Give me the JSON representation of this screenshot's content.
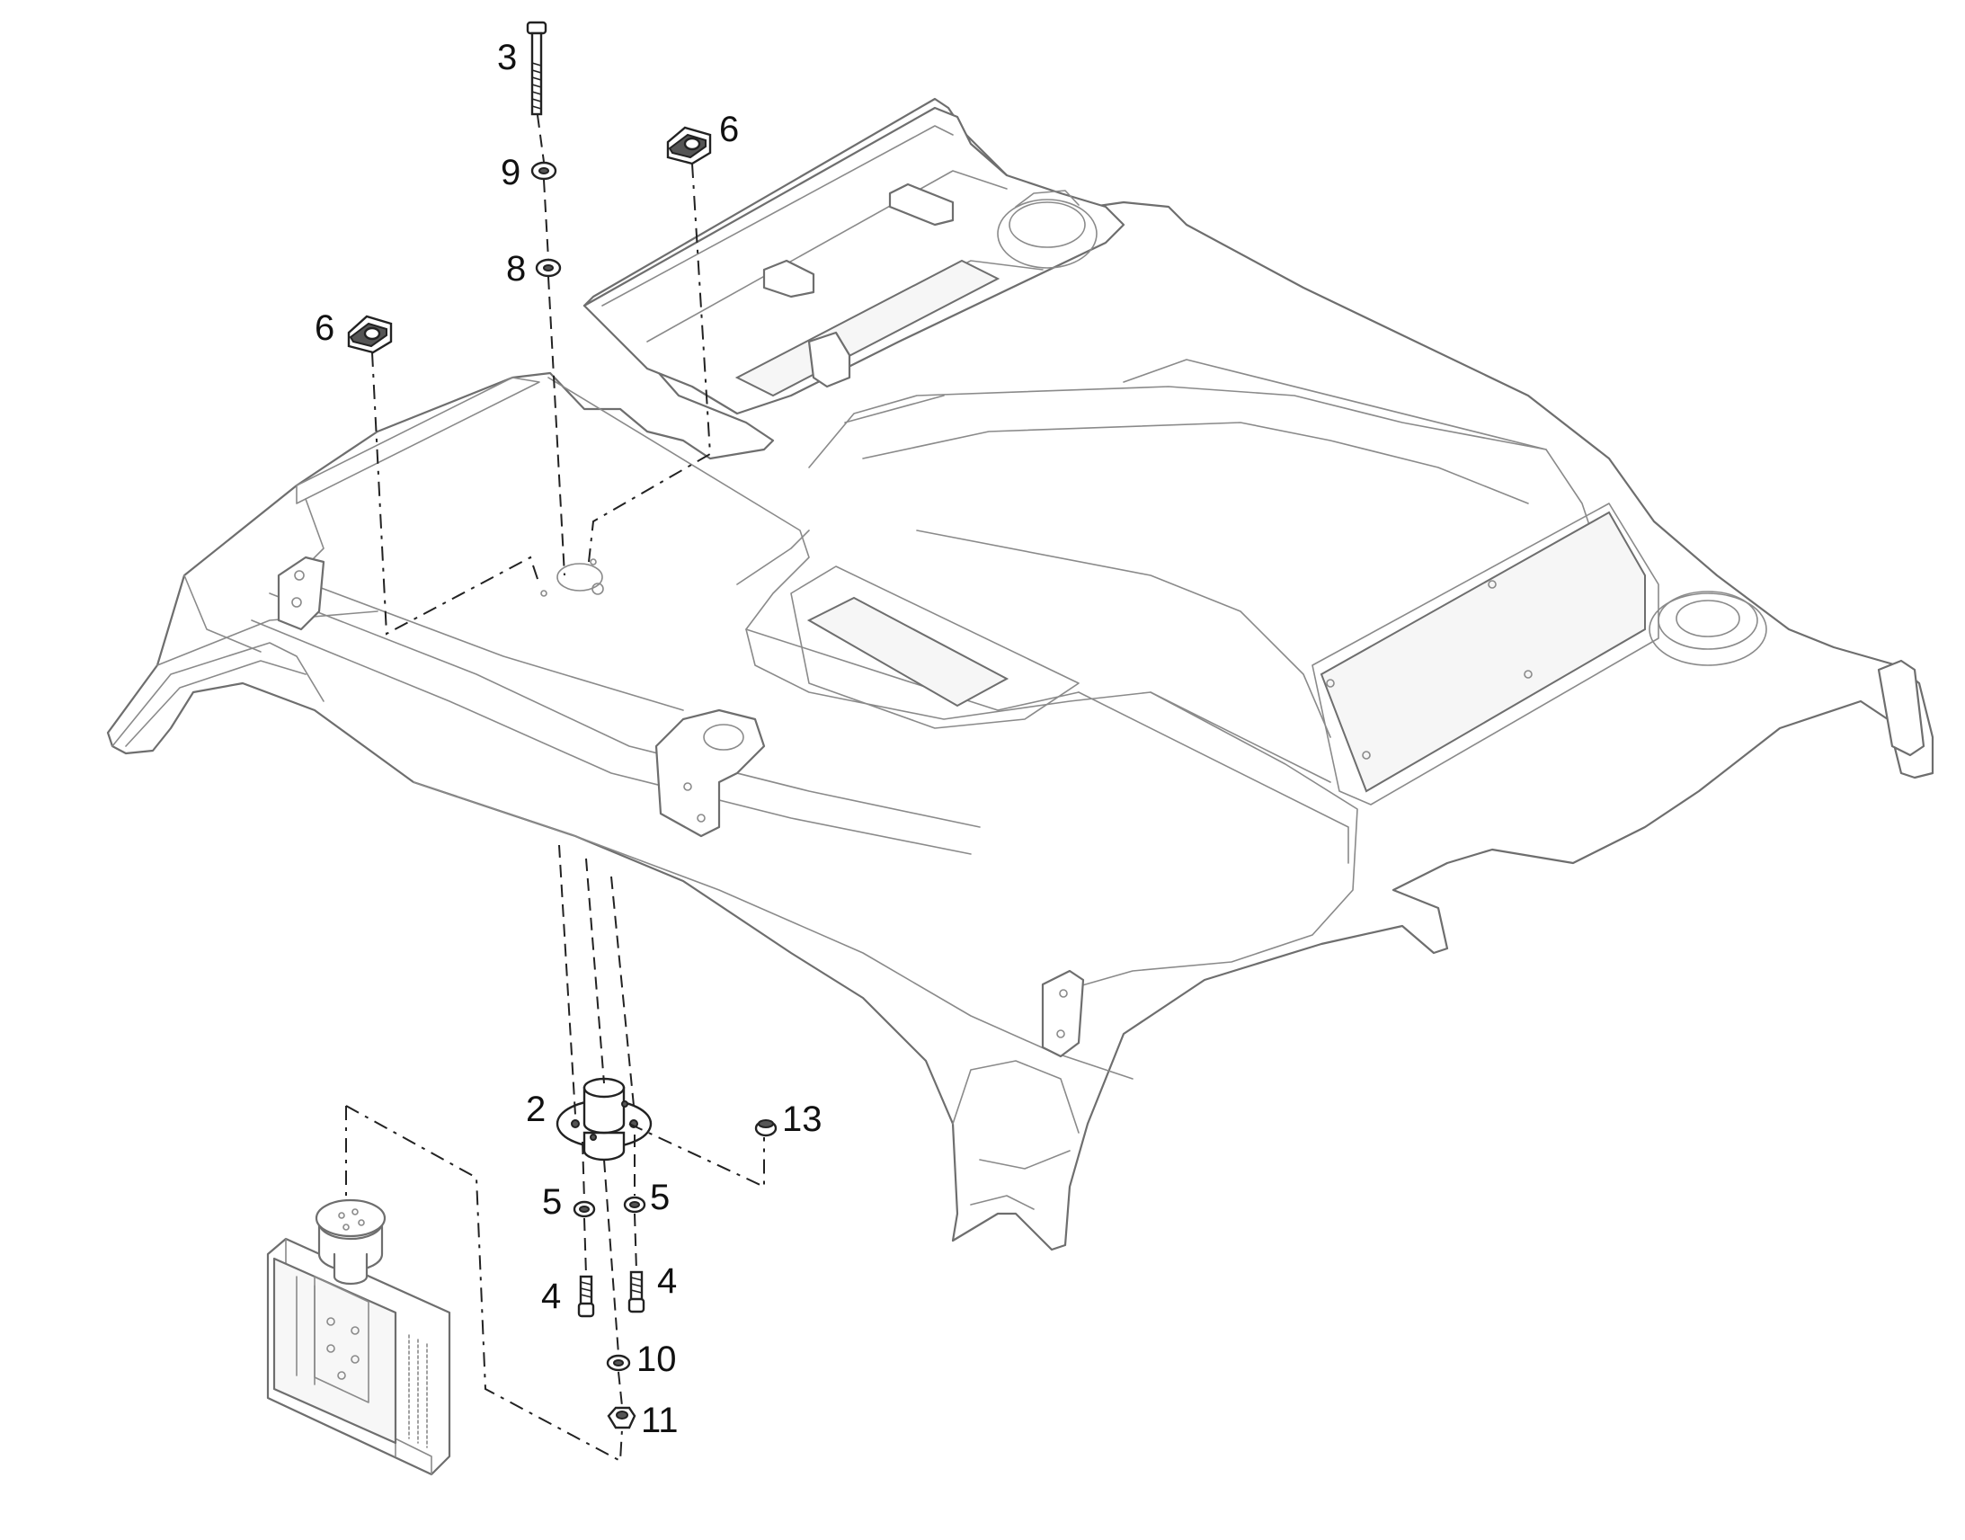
{
  "callouts": [
    {
      "id": "c3",
      "text": "3"
    },
    {
      "id": "c9",
      "text": "9"
    },
    {
      "id": "c8",
      "text": "8"
    },
    {
      "id": "c6a",
      "text": "6"
    },
    {
      "id": "c6b",
      "text": "6"
    },
    {
      "id": "c2",
      "text": "2"
    },
    {
      "id": "c13",
      "text": "13"
    },
    {
      "id": "c5a",
      "text": "5"
    },
    {
      "id": "c5b",
      "text": "5"
    },
    {
      "id": "c4a",
      "text": "4"
    },
    {
      "id": "c4b",
      "text": "4"
    },
    {
      "id": "c10",
      "text": "10"
    },
    {
      "id": "c11",
      "text": "11"
    }
  ],
  "colors": {
    "line": "#6e6e6e",
    "text": "#111111",
    "background": "#ffffff"
  }
}
